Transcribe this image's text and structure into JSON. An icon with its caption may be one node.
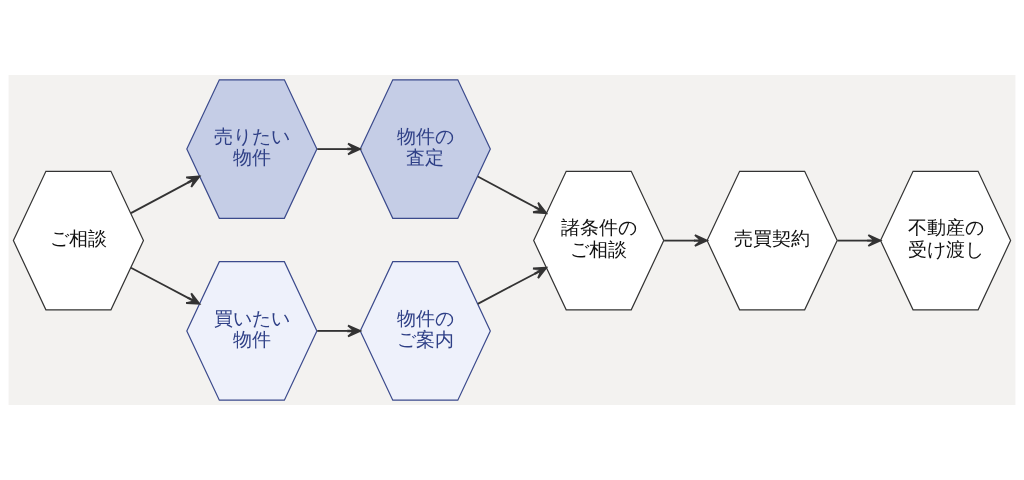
{
  "diagram": {
    "nodes": [
      {
        "text": [
          "ご相談"
        ]
      },
      {
        "text": [
          "売りたい物件"
        ]
      },
      {
        "text": [
          "物件の査定"
        ]
      },
      {
        "text": [
          "買いたい物件"
        ]
      },
      {
        "text": [
          "物件のご案内"
        ]
      },
      {
        "text": [
          "諸条件のご相談"
        ]
      },
      {
        "text": [
          "売買契約"
        ]
      },
      {
        "text": [
          "不動産の受け渡し"
        ]
      }
    ],
    "edges": [
      {
        "from": 0,
        "to": 1,
        "arrow": "to"
      },
      {
        "from": 1,
        "to": 2,
        "arrow": "to"
      },
      {
        "from": 2,
        "to": 5,
        "arrow": "to"
      },
      {
        "from": 0,
        "to": 3,
        "arrow": "to"
      },
      {
        "from": 3,
        "to": 4,
        "arrow": "to"
      },
      {
        "from": 4,
        "to": 5,
        "arrow": "to"
      },
      {
        "from": 5,
        "to": 6,
        "arrow": "to"
      },
      {
        "from": 6,
        "to": 7,
        "arrow": "to"
      }
    ]
  }
}
